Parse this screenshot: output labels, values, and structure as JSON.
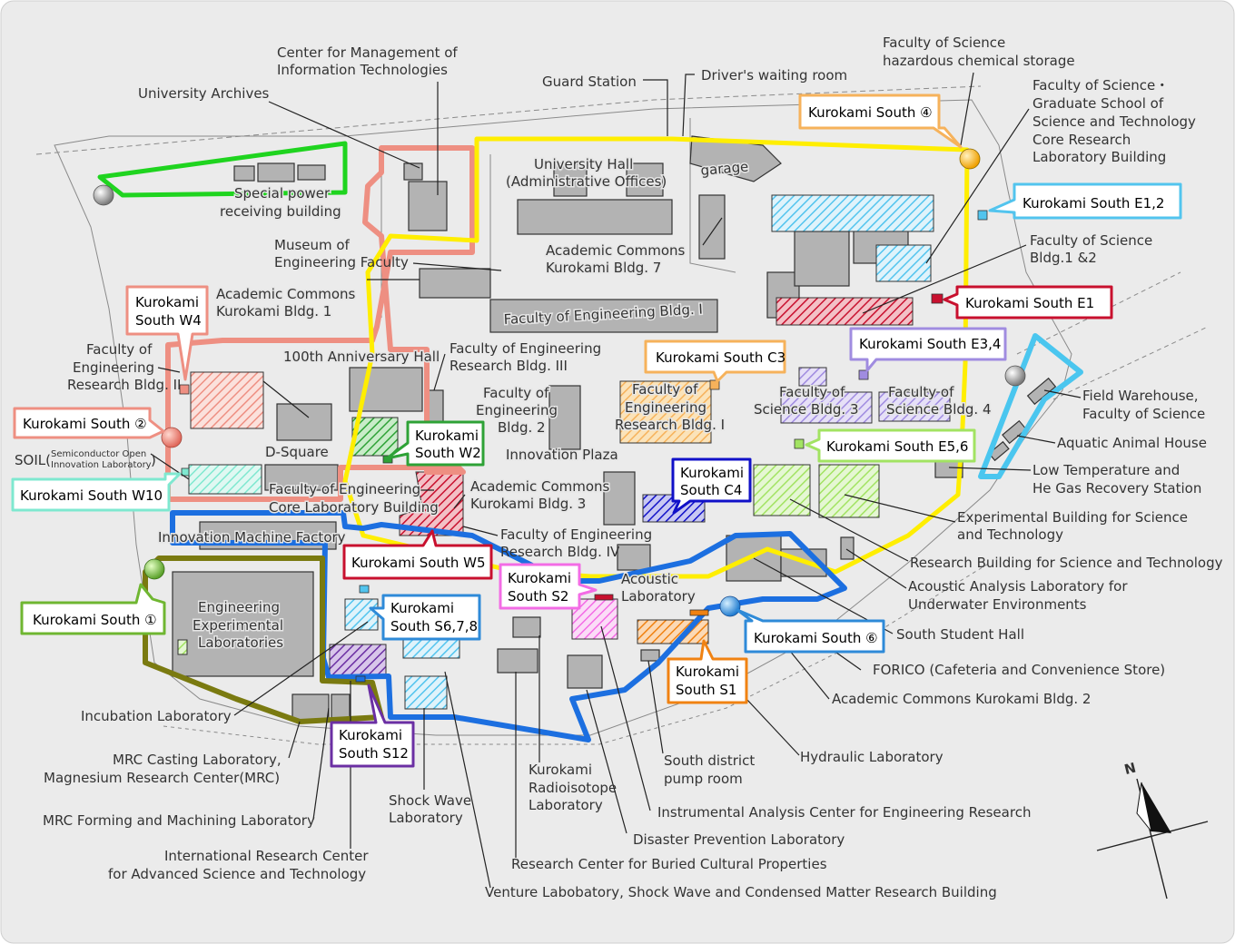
{
  "colors": {
    "background": "#ebebeb",
    "green_zone": "#1fd41f",
    "salmon_zone": "#ee8f82",
    "yellow_zone": "#ffee00",
    "blue_zone": "#1c6fe0",
    "olive_zone": "#7a7a10",
    "cyan_zone": "#4ac6ef",
    "orange": "#f6b25b",
    "light_blue": "#52c4ee",
    "crimson": "#c8102e",
    "lavender": "#a08ce0",
    "lime": "#a2e362",
    "navy": "#1010c8",
    "mint": "#7fe8d0",
    "olive_green": "#6fb631",
    "magenta": "#f36ce5",
    "steel_blue": "#2e8ad8",
    "dark_orange": "#f08212",
    "purple": "#6b2fa3",
    "forest": "#2ea236"
  },
  "callouts": {
    "s4": "Kurokami South ④",
    "e12": "Kurokami South E1,2",
    "e1": "Kurokami South E1",
    "c3": "Kurokami South C3",
    "e34": "Kurokami South E3,4",
    "e56": "Kurokami South E5,6",
    "w4_1": "Kurokami",
    "w4_2": "South W4",
    "s2c": "Kurokami South ②",
    "w10": "Kurokami South W10",
    "w2_1": "Kurokami",
    "w2_2": "South W2",
    "c4_1": "Kurokami",
    "c4_2": "South C4",
    "w5": "Kurokami South W5",
    "s1c": "Kurokami South ①",
    "s678_1": "Kurokami",
    "s678_2": "South S6,7,8",
    "s2_1": "Kurokami",
    "s2_2": "South S2",
    "s6c": "Kurokami South ⑥",
    "s1_1": "Kurokami",
    "s1_2": "South S1",
    "s12_1": "Kurokami",
    "s12_2": "South S12"
  },
  "labels": {
    "cmit_1": "Center for Management of",
    "cmit_2": "Information Technologies",
    "archives": "University Archives",
    "guard": "Guard Station",
    "driver": "Driver's waiting room",
    "hazard_1": "Faculty of Science",
    "hazard_2": "hazardous chemical storage",
    "core_1": "Faculty of Science・",
    "core_2": "Graduate School of",
    "core_3": "Science and Technology",
    "core_4": "Core Research",
    "core_5": "Laboratory Building",
    "sci12_1": "Faculty of Science",
    "sci12_2": "Bldg.1 &2",
    "special_1": "Special power",
    "special_2": "receiving building",
    "hall_1": "University Hall",
    "hall_2": "(Administrative Offices)",
    "garage": "garage",
    "museum_1": "Museum of",
    "museum_2": "Engineering Faculty",
    "ac7_1": "Academic Commons",
    "ac7_2": "Kurokami Bldg. 7",
    "ac1_1": "Academic Commons",
    "ac1_2": "Kurokami Bldg. 1",
    "eng1": "Faculty of Engineering Bldg. I",
    "eng2bldg_1": "Faculty of",
    "eng2bldg_2": "Engineering",
    "eng2bldg_3": "Research Bldg. II",
    "anniv": "100th Anniversary Hall",
    "eng3_1": "Faculty of Engineering",
    "eng3_2": "Research Bldg. III",
    "fe2_1": "Faculty of",
    "fe2_2": "Engineering",
    "fe2_3": "Bldg. 2",
    "feri_1": "Faculty of",
    "feri_2": "Engineering",
    "feri_3": "Research Bldg. I",
    "sci3_1": "Faculty of",
    "sci3_2": "Science Bldg. 3",
    "sci4_1": "Faculty of",
    "sci4_2": "Science Bldg. 4",
    "fw_1": "Field Warehouse,",
    "fw_2": "Faculty of Science",
    "aqua": "Aquatic Animal House",
    "lowtemp_1": "Low Temperature and",
    "lowtemp_2": "He Gas Recovery Station",
    "dsquare": "D-Square",
    "innov_plaza": "Innovation Plaza",
    "soil": "SOIL(",
    "soil_sub1": "Semiconductor Open",
    "soil_sub2": "Innovation  Laboratory",
    "soil_close": ")",
    "fecore_1": "Faculty of Engineering",
    "fecore_2": "Core Laboratory Building",
    "ac3_1": "Academic Commons",
    "ac3_2": "Kurokami Bldg. 3",
    "eng4_1": "Faculty of Engineering",
    "eng4_2": "Research Bldg. IV",
    "imf": "Innovation Machine Factory",
    "expbldg_1": "Experimental Building for Science",
    "expbldg_2": "and Technology",
    "rbst": "Research Building for Science and Technology",
    "acoustic_1": "Acoustic",
    "acoustic_2": "Laboratory",
    "aalu_1": "Acoustic Analysis Laboratory for",
    "aalu_2": "Underwater Environments",
    "eel_1": "Engineering",
    "eel_2": "Experimental",
    "eel_3": "Laboratories",
    "south_student": "South Student Hall",
    "forico": "FORICO (Cafeteria and Convenience Store)",
    "ac2": "Academic Commons Kurokami Bldg. 2",
    "incubation": "Incubation Laboratory",
    "mrc_cast_1": "MRC Casting Laboratory,",
    "mrc_cast_2": "Magnesium Research Center(MRC)",
    "mrc_form": "MRC Forming and Machining Laboratory",
    "ircast_1": "International Research Center",
    "ircast_2": "for Advanced Science and Technology",
    "shock_1": "Shock Wave",
    "shock_2": "Laboratory",
    "radio_1": "Kurokami",
    "radio_2": "Radioisotope",
    "radio_3": "Laboratory",
    "pump_1": "South district",
    "pump_2": "pump room",
    "hydraulic": "Hydraulic Laboratory",
    "iacer": "Instrumental Analysis Center for Engineering Research",
    "disaster": "Disaster Prevention Laboratory",
    "rcbcp": "Research Center for Buried Cultural Properties",
    "venture": "Venture Labobatory, Shock Wave and Condensed Matter Research Building"
  },
  "compass": {
    "north": "N"
  },
  "icons": {
    "pin": "map-pin-icon",
    "compass": "north-arrow-icon"
  }
}
